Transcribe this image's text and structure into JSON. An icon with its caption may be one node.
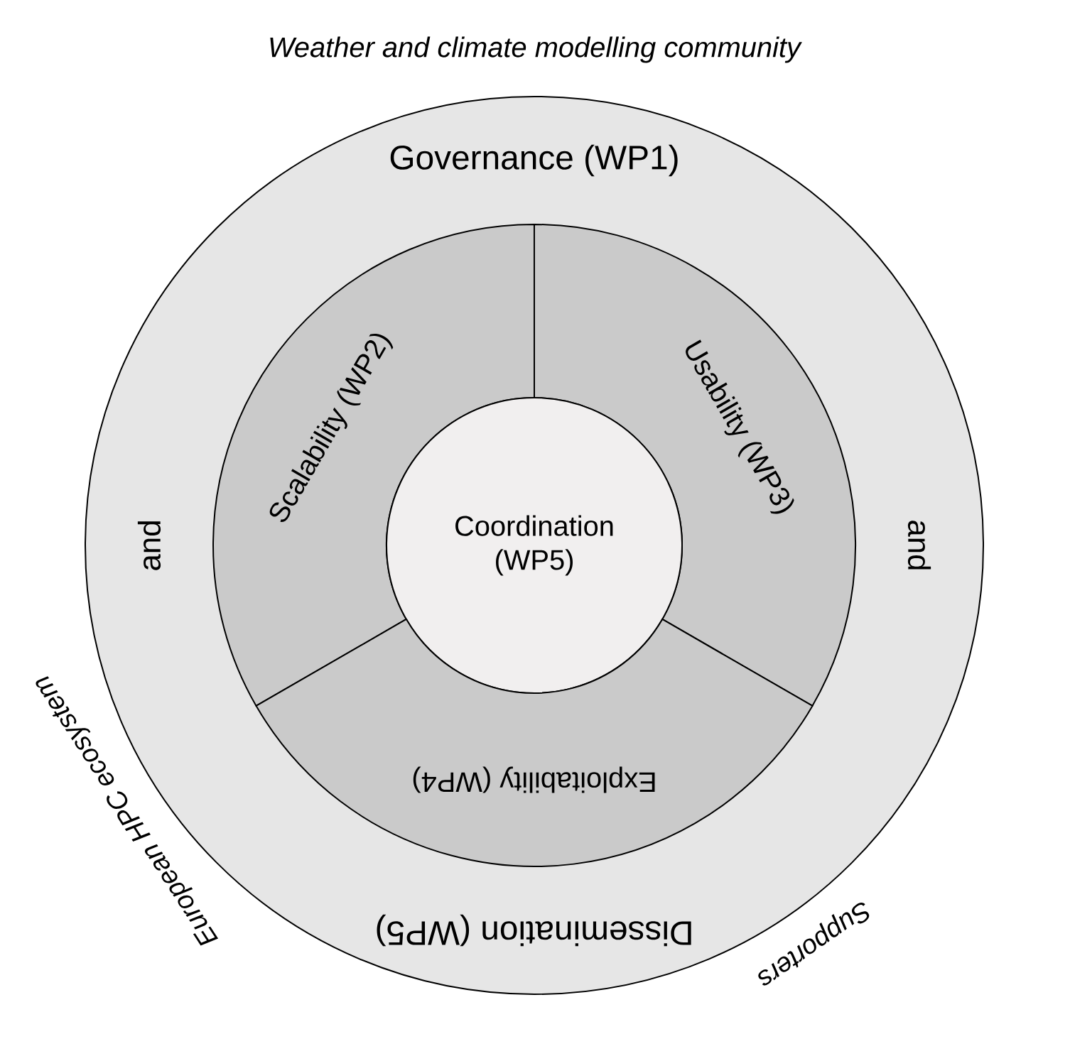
{
  "diagram": {
    "nodes": [
      {
        "text": [
          "Governance (WP1)",
          "and",
          "and",
          "Dissemination (WP5)"
        ]
      },
      {
        "text": [
          "Scalability (WP2)"
        ],
        "in": 0
      },
      {
        "text": [
          "Usability (WP3)"
        ],
        "in": 0
      },
      {
        "text": [
          "Coordination (WP5)"
        ],
        "in": 0
      },
      {
        "text": [
          "Exploitability (WP4)"
        ],
        "in": 0
      }
    ],
    "labels": [
      "Weather and climate modelling community",
      "European HPC ecosystem",
      "Supporters"
    ]
  }
}
